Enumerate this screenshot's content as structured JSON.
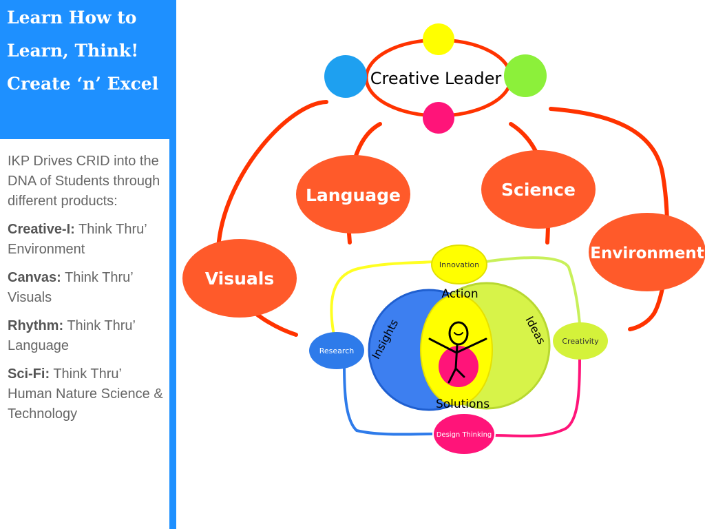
{
  "slide": {
    "title_lines": [
      "Learn How to",
      "Learn, Think!",
      "Create ‘n’ Excel"
    ],
    "intro": "IKP Drives CRID into the DNA of Students through different products:",
    "products": [
      {
        "name": "Creative-I:",
        "desc": "Think Thru’ Environment"
      },
      {
        "name": "Canvas:",
        "desc": "Think Thru’ Visuals"
      },
      {
        "name": "Rhythm:",
        "desc": "Think Thru’ Language"
      },
      {
        "name": "Sci-Fi:",
        "desc": "Think Thru’ Human Nature Science & Technology"
      }
    ]
  },
  "diagram": {
    "leader": "Creative Leader",
    "pillars": {
      "language": "Language",
      "science": "Science",
      "environment": "Environment",
      "visuals": "Visuals"
    },
    "cycle": {
      "innovation": "Innovation",
      "research": "Research",
      "creativity": "Creativity",
      "design": "Design Thinking"
    },
    "venn": {
      "action": "Action",
      "insights": "Insights",
      "ideas": "Ideas",
      "solutions": "Solutions"
    }
  },
  "colors": {
    "sidebar_blue": "#1e90ff",
    "pillar_red": "#ff5a2a",
    "connector_red": "#ff3300",
    "yellow": "#ffff00",
    "blue_dot": "#1ea0f0",
    "green_dot": "#8cf03a",
    "magenta": "#ff1479",
    "venn_blue": "#3d7ff0",
    "venn_green": "#d4f23a",
    "research_blue": "#2e7bea"
  }
}
